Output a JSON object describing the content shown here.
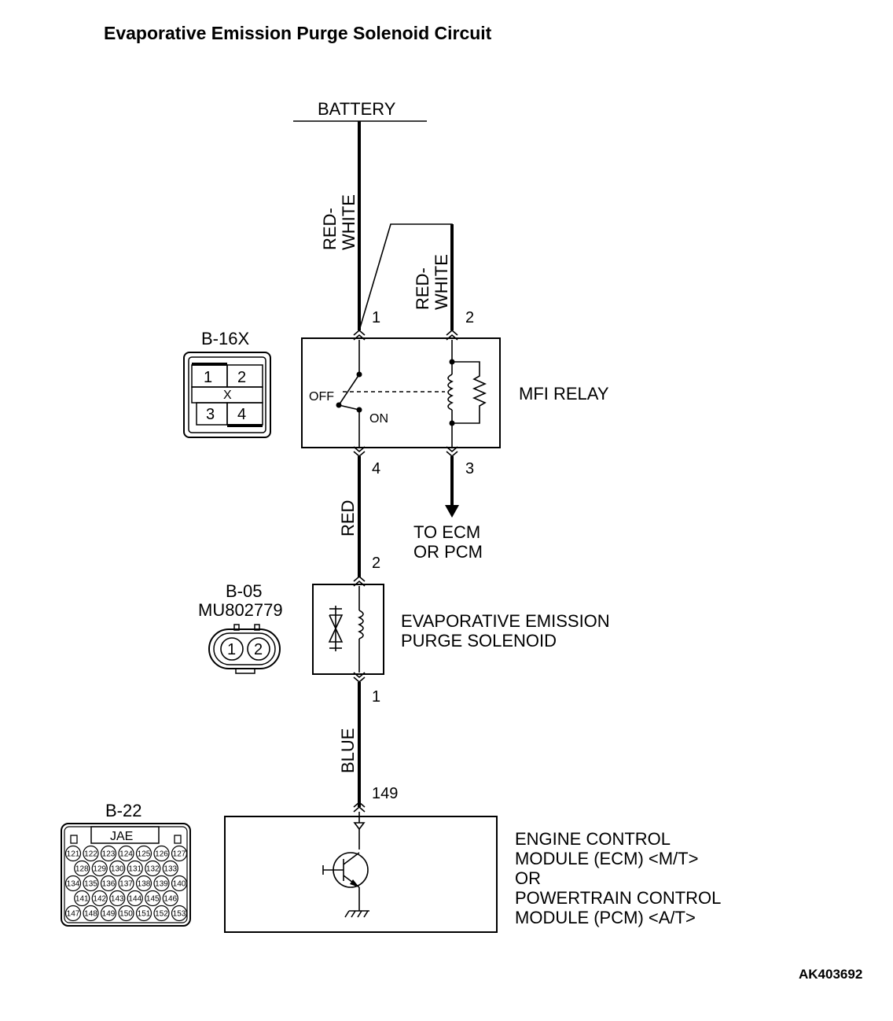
{
  "title": "Evaporative Emission Purge Solenoid Circuit",
  "battery": "BATTERY",
  "wires": {
    "red_white_main": [
      "RED-",
      "WHITE"
    ],
    "red_white_branch": [
      "RED-",
      "WHITE"
    ],
    "red": "RED",
    "blue": "BLUE"
  },
  "relay": {
    "label": "MFI RELAY",
    "pins": {
      "p1": "1",
      "p2": "2",
      "p3": "3",
      "p4": "4"
    },
    "off": "OFF",
    "on": "ON",
    "output": [
      "TO ECM",
      "OR PCM"
    ]
  },
  "solenoid": {
    "label": [
      "EVAPORATIVE EMISSION",
      "PURGE SOLENOID"
    ],
    "pin_top": "2",
    "pin_bottom": "1"
  },
  "ecm": {
    "pin": "149",
    "label": [
      "ENGINE CONTROL",
      "MODULE (ECM) <M/T>",
      "OR",
      "POWERTRAIN CONTROL",
      "MODULE (PCM) <A/T>"
    ]
  },
  "connectors": {
    "b16x": {
      "name": "B-16X",
      "pins": [
        "1",
        "2",
        "3",
        "4"
      ]
    },
    "b05": {
      "name": "B-05",
      "part": "MU802779",
      "pins": [
        "1",
        "2"
      ]
    },
    "b22": {
      "name": "B-22",
      "maker": "JAE",
      "rows": [
        [
          "121",
          "122",
          "123",
          "124",
          "125",
          "126",
          "127"
        ],
        [
          "128",
          "129",
          "130",
          "131",
          "132",
          "133"
        ],
        [
          "134",
          "135",
          "136",
          "137",
          "138",
          "139",
          "140"
        ],
        [
          "141",
          "142",
          "143",
          "144",
          "145",
          "146"
        ],
        [
          "147",
          "148",
          "149",
          "150",
          "151",
          "152",
          "153"
        ]
      ]
    }
  },
  "figure_code": "AK403692"
}
